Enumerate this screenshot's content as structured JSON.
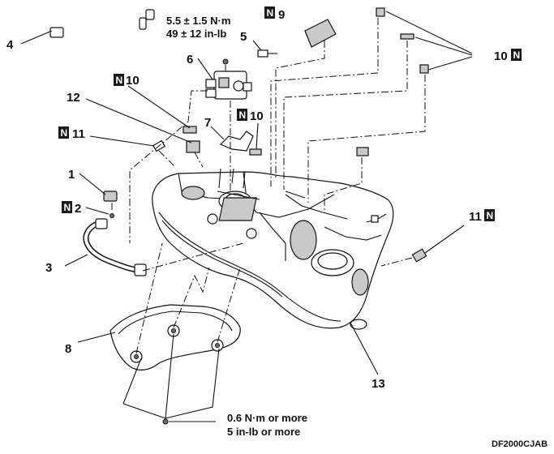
{
  "callouts": {
    "n1": "1",
    "n2": "2",
    "n3": "3",
    "n4": "4",
    "n5": "5",
    "n6": "6",
    "n7": "7",
    "n8": "8",
    "n9": "9",
    "n10_a": "10",
    "n10_b": "10",
    "n10_c": "10",
    "n11_a": "11",
    "n11_b": "11",
    "n12": "12",
    "n13": "13"
  },
  "badge_letter": "N",
  "torque_top": {
    "line1": "5.5 ± 1.5 N·m",
    "line2": "49 ± 12 in-lb"
  },
  "torque_bottom": {
    "line1": "0.6 N·m or more",
    "line2": "5 in-lb or more"
  },
  "figure_code": "DF2000CJAB"
}
